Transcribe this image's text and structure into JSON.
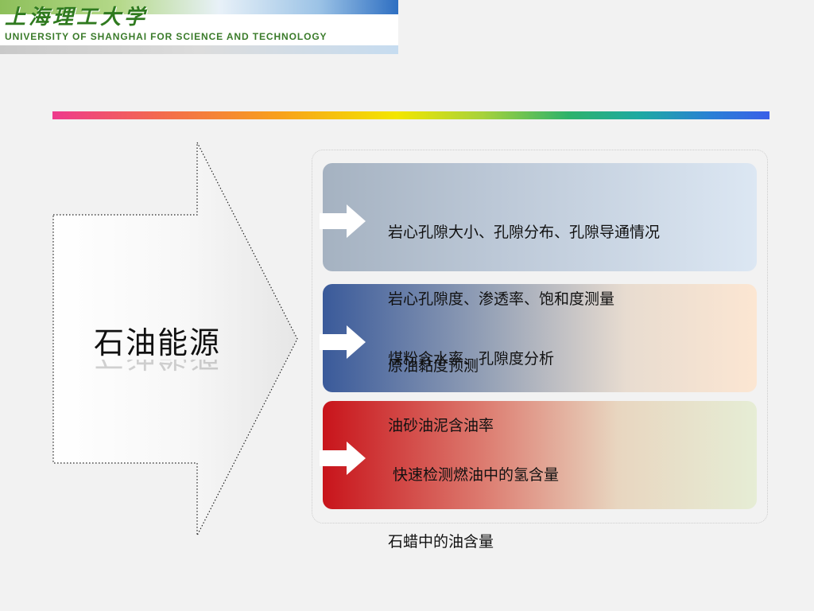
{
  "header": {
    "logo_cn": "上海理工大学",
    "university_en": "UNIVERSITY OF SHANGHAI FOR SCIENCE AND TECHNOLOGY"
  },
  "main": {
    "title": "石油能源",
    "panels": [
      {
        "lines": [
          "岩心孔隙大小、孔隙分布、孔隙导通情况",
          "岩心孔隙度、渗透率、饱和度测量",
          "原油黏度预测"
        ]
      },
      {
        "lines": [
          "煤粉含水率、孔隙度分析",
          "油砂油泥含油率"
        ]
      },
      {
        "lines": [
          " 快速检测燃油中的氢含量",
          "石蜡中的油含量"
        ]
      }
    ]
  },
  "colors": {
    "accent_green": "#3a7b2a",
    "accent_red": "#c8141b",
    "accent_blue": "#3a5a9a"
  }
}
